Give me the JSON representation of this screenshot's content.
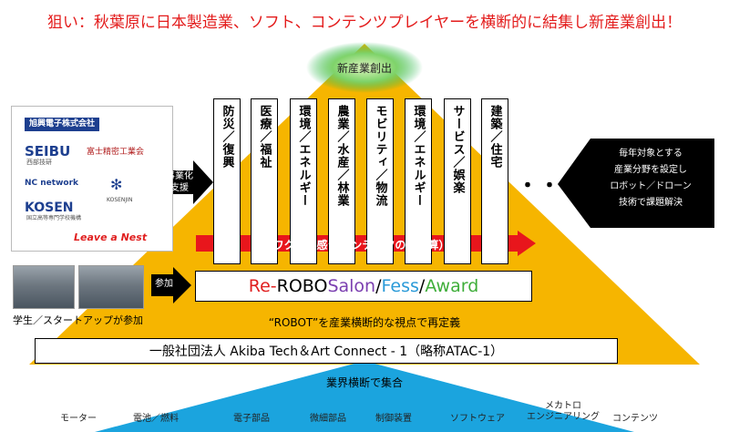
{
  "headline": "狙い：秋葉原に日本製造業、ソフト、コンテンツプレイヤーを横断的に結集し新産業創出！",
  "peak_label": "新産業創出",
  "pillars": [
    "防災／復興",
    "医療／福祉",
    "環境／エネルギー",
    "農業／水産／林業",
    "モビリティ／物流",
    "環境／エネルギー",
    "サービス／娯楽",
    "建築／住宅"
  ],
  "ellipsis": "・・・",
  "callout": {
    "lines": [
      "毎年対象とする",
      "産業分野を設定し",
      "ロボット／ドローン",
      "技術で課題解決"
    ],
    "color": "#000000"
  },
  "logos": {
    "kohoku": "旭興電子株式会社",
    "seibu": "SEIBU",
    "seibu_sub": "西部技研",
    "fujimi": "富士精密工業会",
    "nc": "NC network",
    "kosen_mark": "KOSENJIN",
    "kosen": "KOSEN",
    "kosen_sub": "国立高等専門学校機構",
    "leave": "Leave a Nest"
  },
  "arrow_business": "事業化\n支援",
  "arrow_join": "参加",
  "photo_caption": "学生／スタートアップが参加",
  "red_banner": "“ワクワク感”（コンテンツの掛け算）",
  "robo": {
    "re": "Re-",
    "robo": "ROBO ",
    "salon": "Salon",
    "slash1": "/",
    "fess": "Fess",
    "slash2": "/",
    "award": "Award"
  },
  "redefine": "“ROBOT”を産業横断的な視点で再定義",
  "org_name": "一般社団法人 Akiba Tech＆Art Connect - 1（略称ATAC-1）",
  "gather": "業界横断で集合",
  "industries": [
    "モーター",
    "電池／燃料",
    "電子部品",
    "微細部品",
    "制御装置",
    "ソフトウェア",
    "メカトロ\nエンジニアリング",
    "コンテンツ"
  ],
  "colors": {
    "headline_red": "#e31b1b",
    "pyramid_yellow": "#f6b500",
    "peak_green": "#19b34a",
    "banner_red": "#e8161c",
    "bottom_blue": "#1ba4de",
    "re_red": "#e02020",
    "salon_purple": "#7b3fb0",
    "fess_blue": "#2a9ad8",
    "award_green": "#3fae3a"
  }
}
